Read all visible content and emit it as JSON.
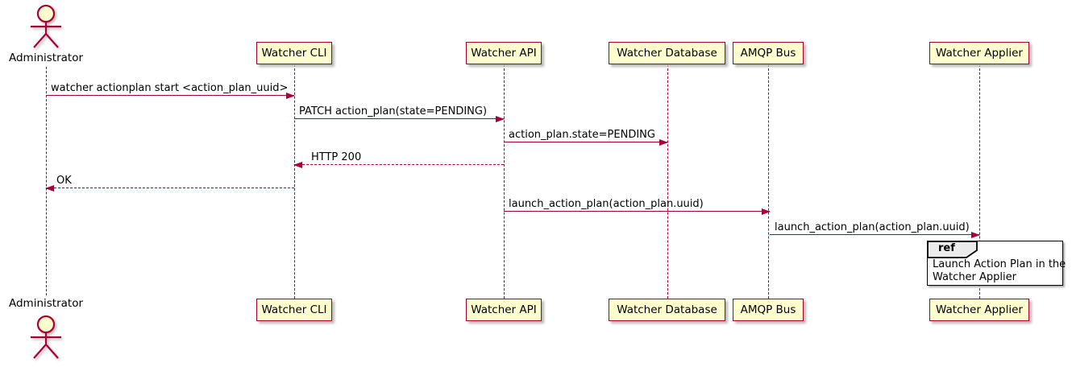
{
  "diagram": {
    "kind": "sequence-diagram",
    "actor": {
      "name": "Administrator"
    },
    "participants": [
      {
        "label": "Watcher CLI"
      },
      {
        "label": "Watcher API"
      },
      {
        "label": "Watcher Database"
      },
      {
        "label": "AMQP Bus"
      },
      {
        "label": "Watcher Applier"
      }
    ],
    "messages": [
      {
        "from": "Administrator",
        "to": "Watcher CLI",
        "style": "solid",
        "text": "watcher actionplan start <action_plan_uuid>"
      },
      {
        "from": "Watcher CLI",
        "to": "Watcher API",
        "style": "solid",
        "text": "PATCH action_plan(state=PENDING)"
      },
      {
        "from": "Watcher API",
        "to": "Watcher Database",
        "style": "solid",
        "text": "action_plan.state=PENDING"
      },
      {
        "from": "Watcher API",
        "to": "Watcher CLI",
        "style": "dashed",
        "text": "HTTP 200"
      },
      {
        "from": "Watcher CLI",
        "to": "Administrator",
        "style": "dashed",
        "text": "OK"
      },
      {
        "from": "Watcher API",
        "to": "AMQP Bus",
        "style": "solid",
        "text": "launch_action_plan(action_plan.uuid)"
      },
      {
        "from": "AMQP Bus",
        "to": "Watcher Applier",
        "style": "solid",
        "text": "launch_action_plan(action_plan.uuid)"
      }
    ],
    "ref": {
      "keyword": "ref",
      "line1": "Launch Action Plan in the",
      "line2": "Watcher Applier"
    }
  },
  "colors": {
    "participant_fill": "#FEFECE",
    "stroke": "#A80036",
    "text": "#000000",
    "ref_border": "#000000",
    "ref_header_fill": "#EBEBEB",
    "ref_fill": "#FFFFFF"
  }
}
